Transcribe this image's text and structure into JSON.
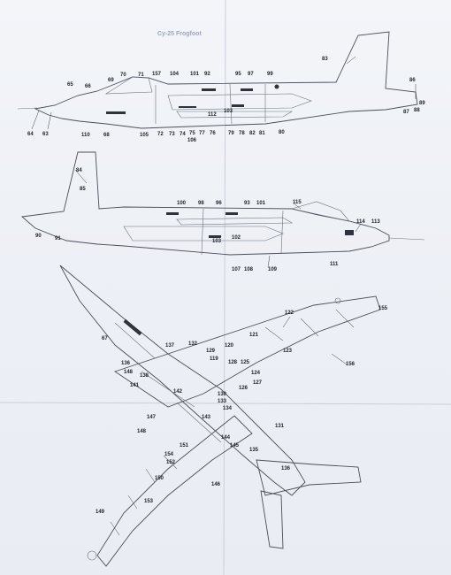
{
  "sheet": {
    "header_text": "Су-25 Frogfoot",
    "colors": {
      "paper": "#eef1f6",
      "line": "#4a4f5a",
      "text": "#1e222a"
    }
  },
  "callouts": {
    "side_left": [
      "64",
      "63",
      "65",
      "66",
      "69",
      "70",
      "71",
      "157",
      "104",
      "101",
      "92",
      "95",
      "97",
      "99",
      "83",
      "86",
      "87",
      "88",
      "89",
      "110",
      "68",
      "105",
      "72",
      "73",
      "74",
      "75",
      "76",
      "77",
      "106",
      "78",
      "79",
      "82",
      "81",
      "80",
      "112",
      "103"
    ],
    "side_right": [
      "84",
      "85",
      "100",
      "98",
      "96",
      "93",
      "101",
      "115",
      "114",
      "113",
      "90",
      "91",
      "103",
      "102",
      "107",
      "108",
      "109",
      "111"
    ],
    "plan": [
      "122",
      "155",
      "121",
      "67",
      "120",
      "137",
      "132",
      "129",
      "119",
      "128",
      "125",
      "123",
      "156",
      "136",
      "148",
      "138",
      "141",
      "142",
      "124",
      "127",
      "126",
      "130",
      "133",
      "134",
      "143",
      "131",
      "147",
      "144",
      "145",
      "135",
      "148",
      "151",
      "154",
      "152",
      "150",
      "136",
      "153",
      "146",
      "149"
    ]
  }
}
